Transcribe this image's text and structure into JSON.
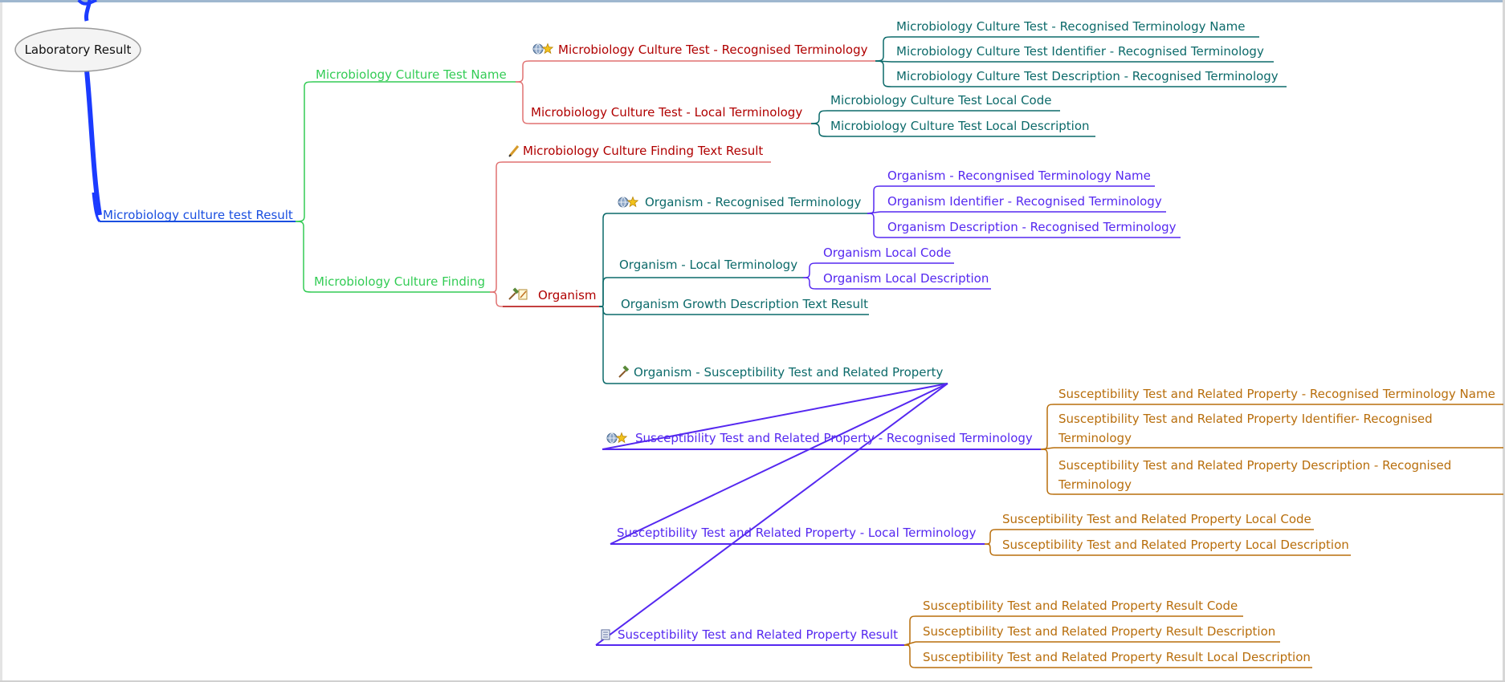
{
  "colors": {
    "root_fill": "#f4f4f4",
    "root_stroke": "#9a9a9a",
    "trunk": "#1b3bff",
    "l1": "#1a4fe0",
    "l2": "#33cc55",
    "red": "#b00000",
    "red_line": "#e07070",
    "teal": "#0c6a6a",
    "purple": "#5528f0",
    "brown": "#b86e0c"
  },
  "mindmap": {
    "root": {
      "label": "Laboratory Result"
    },
    "main": {
      "label": "Microbiology culture test  Result"
    },
    "test_name": {
      "label": "Microbiology Culture Test Name",
      "recognised": {
        "label": "Microbiology Culture Test - Recognised Terminology",
        "icons": [
          "globe-icon",
          "star-icon"
        ],
        "children": [
          "Microbiology Culture Test  - Recognised Terminology Name",
          "Microbiology Culture Test  Identifier - Recognised Terminology",
          "Microbiology Culture Test Description - Recognised Terminology"
        ]
      },
      "local": {
        "label": "Microbiology Culture Test - Local Terminology",
        "children": [
          "Microbiology Culture Test Local Code",
          "Microbiology Culture Test Local Description"
        ]
      }
    },
    "finding": {
      "label": "Microbiology Culture  Finding",
      "text_result": {
        "label": "Microbiology Culture Finding Text Result",
        "icons": [
          "pencil-icon"
        ]
      },
      "organism": {
        "label": "Organism",
        "icons": [
          "hammer-icon",
          "note-icon"
        ],
        "recognised": {
          "label": "Organism - Recognised Terminology",
          "icons": [
            "globe-icon",
            "star-icon"
          ],
          "children": [
            "Organism - Recongnised Terminology Name",
            "Organism Identifier - Recognised Terminology",
            "Organism Description - Recognised Terminology"
          ]
        },
        "local": {
          "label": "Organism - Local Terminology",
          "children": [
            "Organism Local Code",
            "Organism Local Description"
          ]
        },
        "growth": {
          "label": "Organism Growth Description Text Result"
        },
        "susceptibility": {
          "label": "Organism - Susceptibility Test and Related Property",
          "icons": [
            "hammer-icon"
          ],
          "recognised": {
            "label": "Susceptibility Test and Related Property - Recognised Terminology",
            "icons": [
              "globe-icon",
              "star-icon"
            ],
            "children": [
              [
                "Susceptibility Test and Related Property - Recognised Terminology Name"
              ],
              [
                "Susceptibility Test and Related Property Identifier- Recognised",
                "Terminology"
              ],
              [
                "Susceptibility Test and Related Property Description - Recognised",
                "Terminology"
              ]
            ]
          },
          "local": {
            "label": "Susceptibility Test and Related Property - Local Terminology",
            "children": [
              "Susceptibility Test and Related Property Local Code",
              "Susceptibility Test and Related Property Local Description"
            ]
          },
          "result": {
            "label": "Susceptibility Test and Related Property Result",
            "icons": [
              "list-icon"
            ],
            "children": [
              "Susceptibility Test and Related Property Result Code",
              "Susceptibility Test and Related Property Result Description",
              "Susceptibility Test and Related Property Result Local Description"
            ]
          }
        }
      }
    }
  }
}
